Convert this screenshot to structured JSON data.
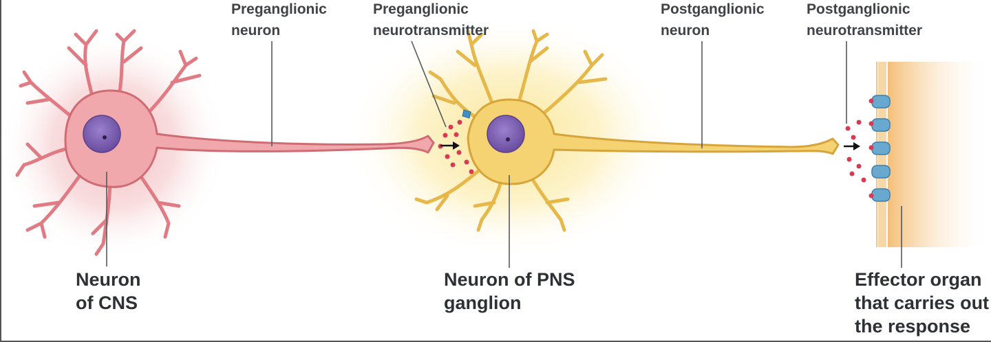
{
  "labels": {
    "preganglionic_neuron": [
      "Preganglionic",
      "neuron"
    ],
    "preganglionic_neurotransmitter": [
      "Preganglionic",
      "neurotransmitter"
    ],
    "postganglionic_neuron": [
      "Postganglionic",
      "neuron"
    ],
    "postganglionic_neurotransmitter": [
      "Postganglionic",
      "neurotransmitter"
    ],
    "neuron_cns": [
      "Neuron",
      "of CNS"
    ],
    "neuron_pns": [
      "Neuron of PNS",
      "ganglion"
    ],
    "effector": [
      "Effector organ",
      "that carries out",
      "the response"
    ]
  },
  "colors": {
    "cns_neuron": "#e0838a",
    "cns_glow": "#f4c3c6",
    "pns_neuron": "#f2c95c",
    "pns_glow": "#fbe9a6",
    "nucleus": "#7d5fb4",
    "neurotransmitter": "#d83a55",
    "receptor": "#6aa9cf",
    "effector": "#f6c98a"
  }
}
